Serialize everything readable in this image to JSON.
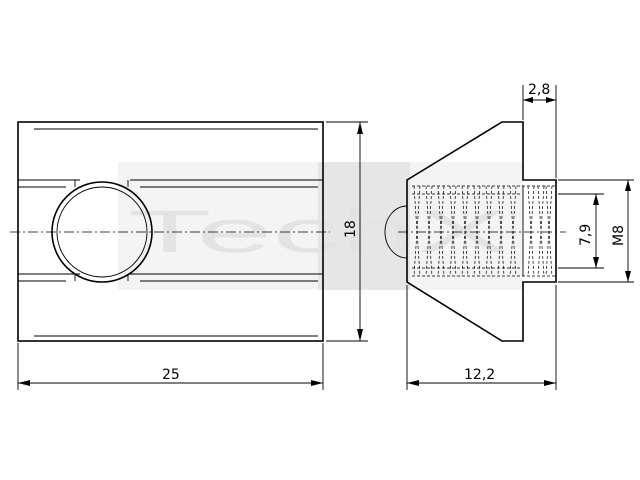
{
  "watermark": {
    "text": "TechX",
    "color": "#e3e3e3"
  },
  "dimensions": {
    "length": "25",
    "height": "18",
    "total_length": "12,2",
    "thread_length": "2,8",
    "core_diameter": "7,9",
    "thread": "M8"
  },
  "colors": {
    "line": "#000000",
    "background": "#ffffff"
  }
}
